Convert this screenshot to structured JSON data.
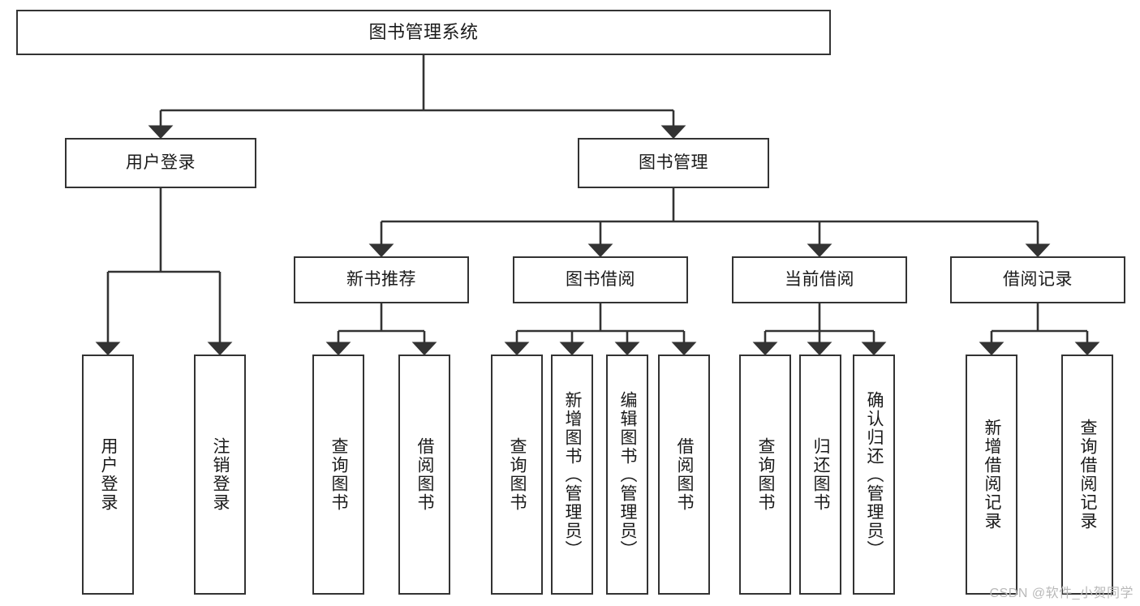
{
  "diagram": {
    "type": "tree-hierarchy",
    "title_node": {
      "label": "图书管理系统"
    },
    "level2": [
      {
        "id": "user-login",
        "label": "用户登录"
      },
      {
        "id": "book-management",
        "label": "图书管理"
      }
    ],
    "level3": [
      {
        "id": "new-book-recommend",
        "label": "新书推荐",
        "parent": "book-management"
      },
      {
        "id": "book-borrow",
        "label": "图书借阅",
        "parent": "book-management"
      },
      {
        "id": "current-borrow",
        "label": "当前借阅",
        "parent": "book-management"
      },
      {
        "id": "borrow-record",
        "label": "借阅记录",
        "parent": "book-management"
      }
    ],
    "leaves": [
      {
        "id": "leaf-user-login",
        "label": "用户登录",
        "parent": "user-login"
      },
      {
        "id": "leaf-logout-login",
        "label": "注销登录",
        "parent": "user-login"
      },
      {
        "id": "leaf-query-book-1",
        "label": "查询图书",
        "parent": "new-book-recommend"
      },
      {
        "id": "leaf-borrow-book-1",
        "label": "借阅图书",
        "parent": "new-book-recommend"
      },
      {
        "id": "leaf-query-book-2",
        "label": "查询图书",
        "parent": "book-borrow"
      },
      {
        "id": "leaf-add-book",
        "label": "新增图书（管理员）",
        "parent": "book-borrow"
      },
      {
        "id": "leaf-edit-book",
        "label": "编辑图书（管理员）",
        "parent": "book-borrow"
      },
      {
        "id": "leaf-borrow-book-2",
        "label": "借阅图书",
        "parent": "book-borrow"
      },
      {
        "id": "leaf-query-book-3",
        "label": "查询图书",
        "parent": "current-borrow"
      },
      {
        "id": "leaf-return-book",
        "label": "归还图书",
        "parent": "current-borrow"
      },
      {
        "id": "leaf-confirm-return",
        "label": "确认归还（管理员）",
        "parent": "current-borrow"
      },
      {
        "id": "leaf-add-record",
        "label": "新增借阅记录",
        "parent": "borrow-record"
      },
      {
        "id": "leaf-query-record",
        "label": "查询借阅记录",
        "parent": "borrow-record"
      }
    ]
  },
  "watermark": {
    "text": "CSDN @软件_小贺同学"
  },
  "colors": {
    "stroke": "#333333",
    "box_fill": "#ffffff",
    "text": "#1a1a1a",
    "watermark": "#b9b9b9",
    "background": "#ffffff"
  }
}
